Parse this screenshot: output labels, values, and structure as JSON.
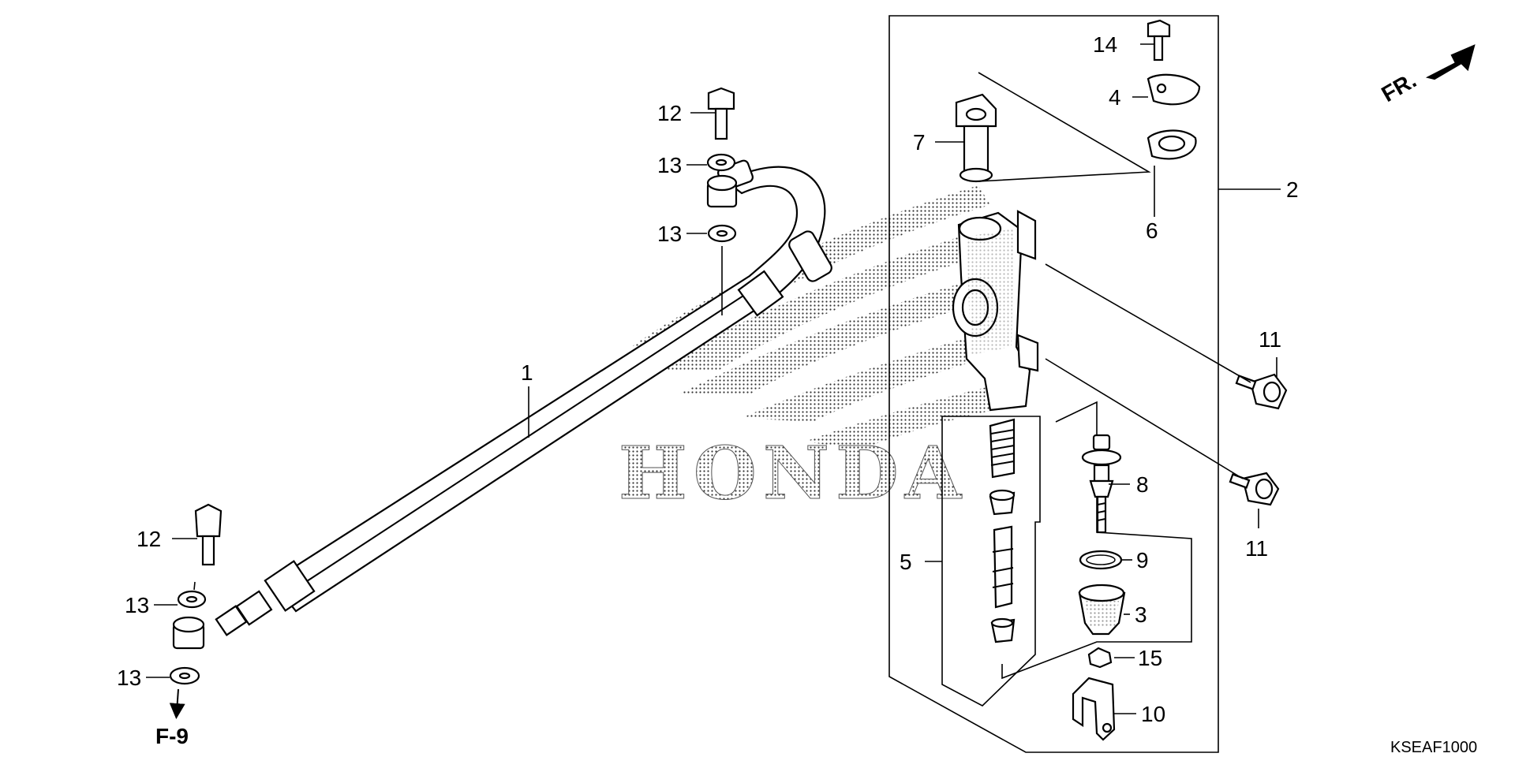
{
  "watermark": {
    "brand": "HONDA"
  },
  "direction_marker": {
    "label": "FR."
  },
  "reference": {
    "label": "F-9"
  },
  "diagram_code": "KSEAF1000",
  "callouts": {
    "hose": "1",
    "master_cylinder": "2",
    "reservoir_cap": "3",
    "cover_plate": "4",
    "piston_set": "5",
    "diaphragm": "6",
    "joint": "7",
    "push_rod": "8",
    "circlip": "9",
    "clip": "10",
    "bolt_upper": "11",
    "bolt_lower": "11",
    "bolt_top": "12",
    "bolt_bottom": "12",
    "washer_top_a": "13",
    "washer_top_b": "13",
    "washer_bottom_a": "13",
    "washer_bottom_b": "13",
    "screw": "14",
    "nut": "15"
  }
}
